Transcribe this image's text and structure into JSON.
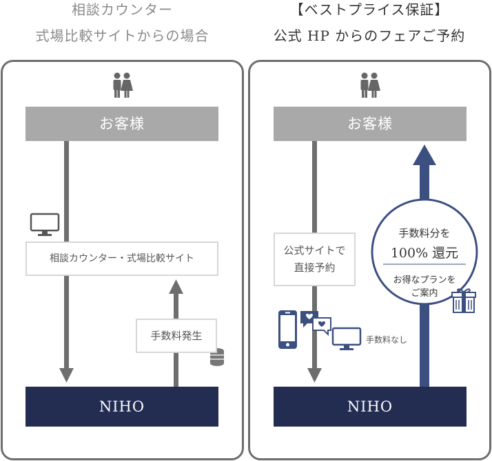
{
  "left": {
    "heading_line1": "相談カウンター",
    "heading_line2": "式場比較サイトからの場合",
    "customer_label": "お客様",
    "agency_label": "相談カウンター・式場比較サイト",
    "fee_label": "手数料発生",
    "niho_label": "NIHO"
  },
  "right": {
    "heading_line1": "【ベストプライス保証】",
    "heading_line2": "公式 HP からのフェアご予約",
    "customer_label": "お客様",
    "direct_line1": "公式サイトで",
    "direct_line2": "直接予約",
    "no_fee_label": "手数料なし",
    "refund_line1": "手数料分を",
    "refund_line2": "100% 還元",
    "refund_line3": "お得なプランを",
    "refund_line4": "ご案内",
    "niho_label": "NIHO"
  },
  "colors": {
    "navy": "#232d52",
    "arrow_gray": "#6e6e6e",
    "customer_gray": "#a9a9a9",
    "blue_arrow": "#3b4f80"
  },
  "icons": [
    "couple-icon",
    "monitor-icon",
    "coins-icon",
    "smartphone-icon",
    "chat-heart-icon",
    "gift-icon"
  ]
}
